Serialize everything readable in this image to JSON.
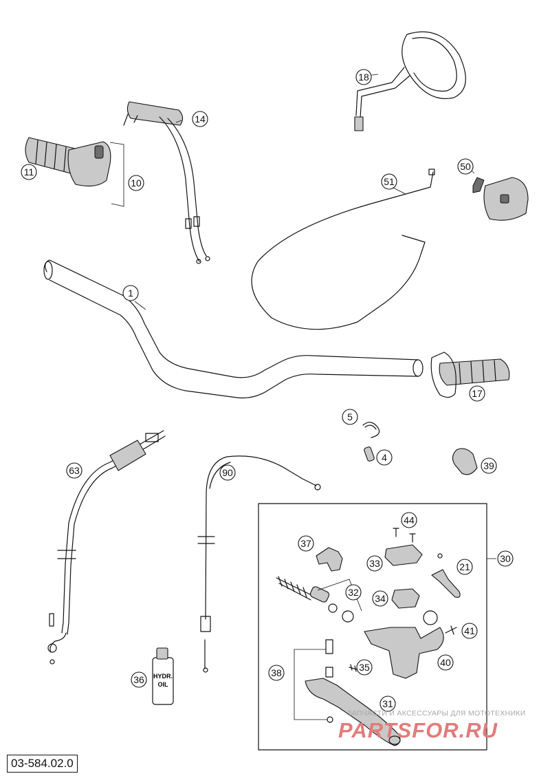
{
  "drawing_number": "03-584.02.0",
  "watermark": {
    "subtitle": "ЗАПЧАСТИ И АКСЕССУАРЫ ДЛЯ МОТОТЕХНИКИ",
    "brand": "PARTSFOR.RU"
  },
  "callouts": {
    "p1": "1",
    "p4": "4",
    "p5": "5",
    "p10": "10",
    "p11": "11",
    "p14": "14",
    "p17": "17",
    "p18": "18",
    "p21": "21",
    "p30": "30",
    "p31": "31",
    "p32": "32",
    "p33": "33",
    "p34": "34",
    "p35": "35",
    "p36": "36",
    "p37": "37",
    "p38": "38",
    "p39": "39",
    "p40": "40",
    "p41": "41",
    "p44": "44",
    "p50": "50",
    "p51": "51",
    "p63": "63",
    "p90": "90"
  },
  "bottle_label": {
    "line1": "HYDR.",
    "line2": "OIL"
  },
  "colors": {
    "line": "#111111",
    "part_fill": "#c9c9c9",
    "watermark_brand": "#e27b7b",
    "watermark_text": "#a8a8a8"
  }
}
